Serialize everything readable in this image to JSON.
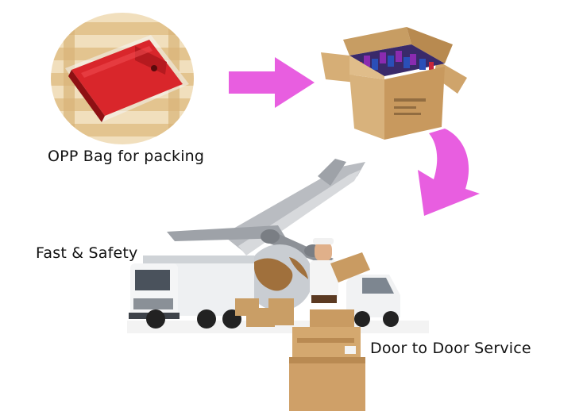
{
  "labels": {
    "opp_bag": "OPP Bag for packing",
    "fast_safety": "Fast & Safety",
    "door_to_door": "Door to Door Service"
  },
  "colors": {
    "arrow": "#e85ee0",
    "wallet": "#d9262b",
    "cardboard": "#c9a06b",
    "pallet": "#ead1a3"
  },
  "icons": {
    "packing_photo": "wallet-in-bag-photo",
    "carton_photo": "open-carton-photo",
    "logistics_photo": "airplane-truck-courier-photo"
  }
}
